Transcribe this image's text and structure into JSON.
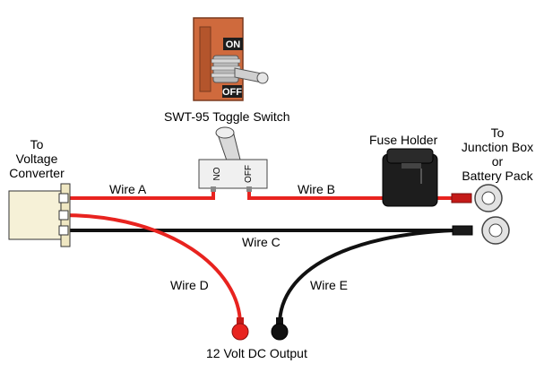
{
  "labels": {
    "switch_title": "SWT-95 Toggle Switch",
    "switch_on_small": "ON",
    "switch_off_small": "OFF",
    "switch_plate_on": "ON",
    "switch_plate_off": "OFF",
    "fuse_holder": "Fuse Holder",
    "to_voltage_converter": [
      "To",
      "Voltage",
      "Converter"
    ],
    "to_junction_box": [
      "To",
      "Junction Box",
      "or",
      "Battery Pack"
    ],
    "wire_a": "Wire A",
    "wire_b": "Wire B",
    "wire_c": "Wire C",
    "wire_d": "Wire D",
    "wire_e": "Wire E",
    "output": "12 Volt DC Output"
  },
  "colors": {
    "red_wire": "#e8231f",
    "black_wire": "#111111",
    "connector_body": "#f6f1d7",
    "switch_plate": "#cf6a3d"
  }
}
